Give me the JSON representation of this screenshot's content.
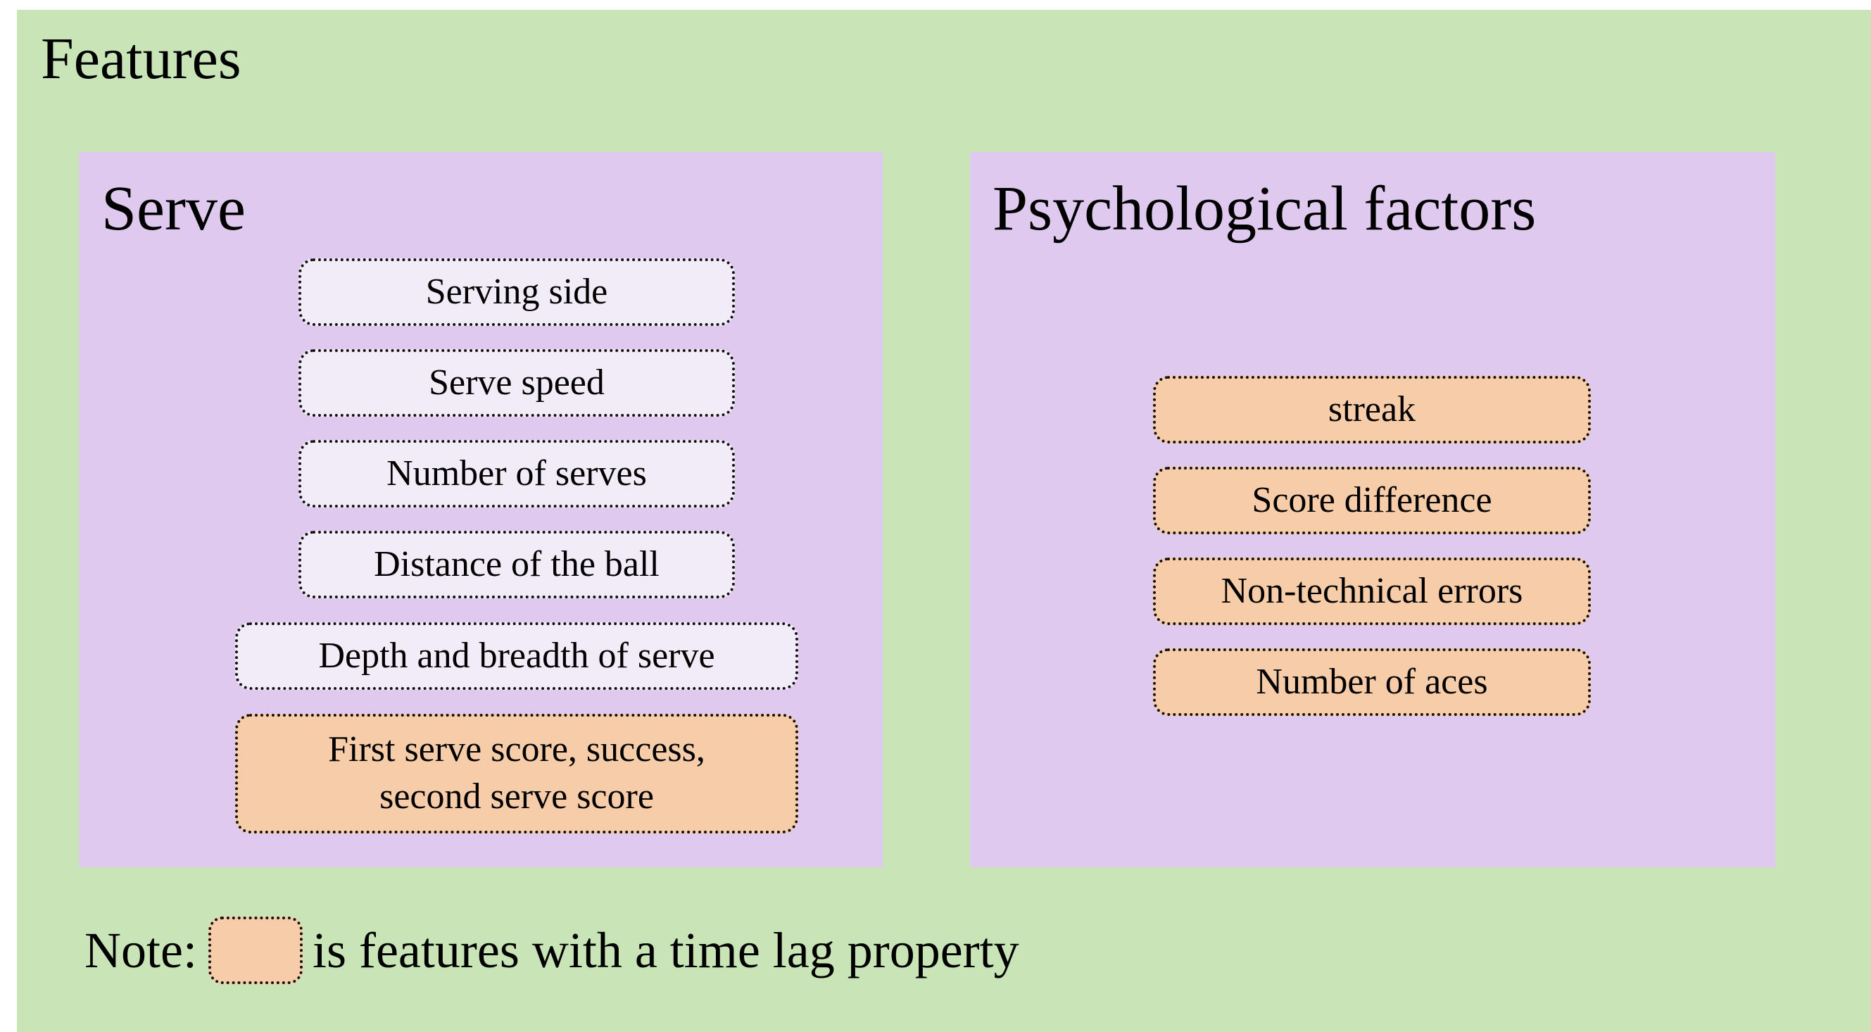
{
  "title": "Features",
  "panels": {
    "serve": {
      "title": "Serve",
      "items": [
        "Serving side",
        "Serve speed",
        "Number of serves",
        "Distance of the ball",
        "Depth and breadth of serve",
        "First serve score, success,",
        "second serve score"
      ],
      "time_lag_items": [
        "First serve score, success, second serve score"
      ]
    },
    "psych": {
      "title": "Psychological factors",
      "items": [
        "streak",
        "Score difference",
        "Non-technical errors",
        "Number of aces"
      ],
      "time_lag_items": [
        "streak",
        "Score difference",
        "Non-technical errors",
        "Number of aces"
      ]
    }
  },
  "note": {
    "prefix": "Note:",
    "suffix": "is features with a time lag property"
  },
  "colors": {
    "outer_background": "#c9e4b6",
    "panel_background": "#dfc9ee",
    "plain_feature": "#f2ebf8",
    "time_lag_feature": "#f6cca9"
  }
}
